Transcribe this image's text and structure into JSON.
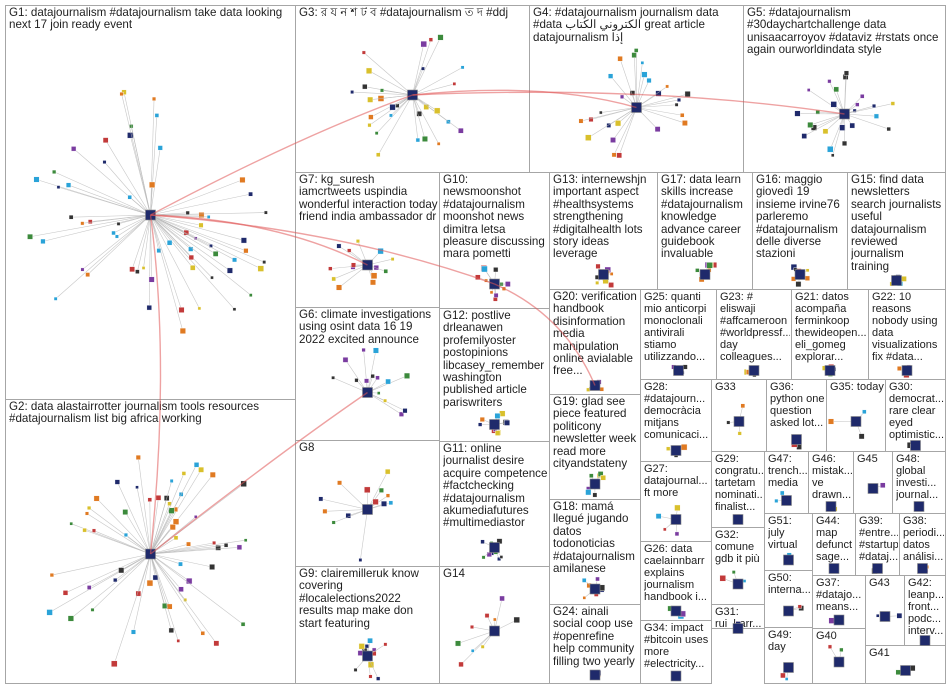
{
  "graph": {
    "title": "",
    "accent_edge_color": "#e05555",
    "edge_color": "#b9b9b9",
    "node_palette": [
      "#1f2a6b",
      "#3c8a3c",
      "#c23a3a",
      "#d9c02c",
      "#2aa3d8",
      "#7a3ca0",
      "#e07a22",
      "#333333"
    ],
    "groups": [
      {
        "id": "G1",
        "label": "G1: datajournalism #datajournalism take data looking next 17 join ready event"
      },
      {
        "id": "G2",
        "label": "G2: data alastairrotter journalism tools resources #datajournalism list big africa working"
      },
      {
        "id": "G3",
        "label": "G3: র য ন শ ট ব #datajournalism ত দ #ddj"
      },
      {
        "id": "G4",
        "label": "G4: #datajournalism journalism data #data الكتروني الكتاب great article datajournalism إذا"
      },
      {
        "id": "G5",
        "label": "G5: #datajournalism #30daychartchallenge data unisaacarroyov #dataviz #rstats once again ourworldindata style"
      },
      {
        "id": "G6",
        "label": "G6: climate investigations using osint data 16 19 2022 excited announce"
      },
      {
        "id": "G7",
        "label": "G7: kg_suresh iamcrtweets uspindia wonderful interaction today friend india ambassador dr"
      },
      {
        "id": "G8",
        "label": "G8"
      },
      {
        "id": "G9",
        "label": "G9: clairemilleruk know covering #localelections2022 results map make don start featuring"
      },
      {
        "id": "G10",
        "label": "G10: newsmoonshot #datajournalism moonshot news dimitra letsa pleasure discussing mara pometti"
      },
      {
        "id": "G11",
        "label": "G11: online journalist desire acquire competence #factchecking #datajournalism akumediafutures #multimediastor"
      },
      {
        "id": "G12",
        "label": "G12: postlive drleanawen profemilyoster postopinions libcasey_remember washington published article pariswriters"
      },
      {
        "id": "G13",
        "label": "G13: internewshjn important aspect #healthsystems strengthening #digitalhealth lots story ideas leverage"
      },
      {
        "id": "G14",
        "label": "G14"
      },
      {
        "id": "G15",
        "label": "G15: find data newsletters search journalists useful datajournalism reviewed journalism training"
      },
      {
        "id": "G16",
        "label": "G16: maggio giovedì 19 insieme irvine76 parleremo #datajournalism delle diverse stazioni"
      },
      {
        "id": "G17",
        "label": "G17: data learn skills increase #datajournalism knowledge advance career guidebook invaluable"
      },
      {
        "id": "G18",
        "label": "G18: mamá llegué jugando datos todonoticias #datajournalism amilanese"
      },
      {
        "id": "G19",
        "label": "G19: glad see piece featured politicony newsletter week read more cityandstateny"
      },
      {
        "id": "G20",
        "label": "G20: verification handbook disinformation media manipulation online avialable free..."
      },
      {
        "id": "G21",
        "label": "G21: datos acompaña ferminkoop thewideopen... eli_gomeg explorar..."
      },
      {
        "id": "G22",
        "label": "G22: 10 reasons nobody using data visualizations fix #data..."
      },
      {
        "id": "G23",
        "label": "G23: # eliswaji #affcameroon #worldpressf... day colleagues..."
      },
      {
        "id": "G24",
        "label": "G24: ainali social coop use #openrefine help community filling two yearly"
      },
      {
        "id": "G25",
        "label": "G25: quanti mio anticorpi monoclonali antivirali stiamo utilizzando..."
      },
      {
        "id": "G26",
        "label": "G26: data caelainnbarr explains journalism handbook i..."
      },
      {
        "id": "G27",
        "label": "G27: datajournal... ft more"
      },
      {
        "id": "G28",
        "label": "G28: #datajourn... democràcia mitjans comunicaci..."
      },
      {
        "id": "G29",
        "label": "G29: congratu... tartetam nominati... finalist..."
      },
      {
        "id": "G30",
        "label": "G30: democrat... rare clear eyed optimistic..."
      },
      {
        "id": "G31",
        "label": "G31: rui_barr..."
      },
      {
        "id": "G32",
        "label": "G32: comune gdb it più"
      },
      {
        "id": "G33",
        "label": "G33"
      },
      {
        "id": "G34",
        "label": "G34: impact #bitcoin uses more #electricity..."
      },
      {
        "id": "G35",
        "label": "G35: today"
      },
      {
        "id": "G36",
        "label": "G36: python one question asked lot..."
      },
      {
        "id": "G37",
        "label": "G37: #datajo... means..."
      },
      {
        "id": "G38",
        "label": "G38: periodi... datos análisi..."
      },
      {
        "id": "G39",
        "label": "G39: #entre... #startup #dataj..."
      },
      {
        "id": "G40",
        "label": "G40"
      },
      {
        "id": "G41",
        "label": "G41"
      },
      {
        "id": "G42",
        "label": "G42: leanp... front... podc... interv..."
      },
      {
        "id": "G43",
        "label": "G43"
      },
      {
        "id": "G44",
        "label": "G44: map defunct sage..."
      },
      {
        "id": "G45",
        "label": "G45"
      },
      {
        "id": "G46",
        "label": "G46: mistak... ve drawn..."
      },
      {
        "id": "G47",
        "label": "G47: trench... media"
      },
      {
        "id": "G48",
        "label": "G48: global investi... journal..."
      },
      {
        "id": "G49",
        "label": "G49: day"
      },
      {
        "id": "G50",
        "label": "G50: interna..."
      },
      {
        "id": "G51",
        "label": "G51: july virtual"
      }
    ]
  }
}
